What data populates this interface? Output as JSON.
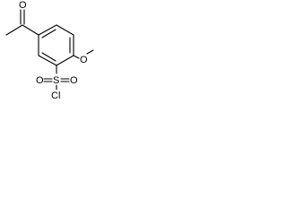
{
  "molecule": {
    "atoms": {
      "acetyl_oxygen": "O",
      "methoxy_oxygen": "O",
      "sulfur": "S",
      "sulfonyl_oxygen_left": "O",
      "sulfonyl_oxygen_right": "O",
      "chlorine": "Cl"
    },
    "colors": {
      "bond": "#000000",
      "label": "#000000",
      "background": "#ffffff"
    }
  }
}
